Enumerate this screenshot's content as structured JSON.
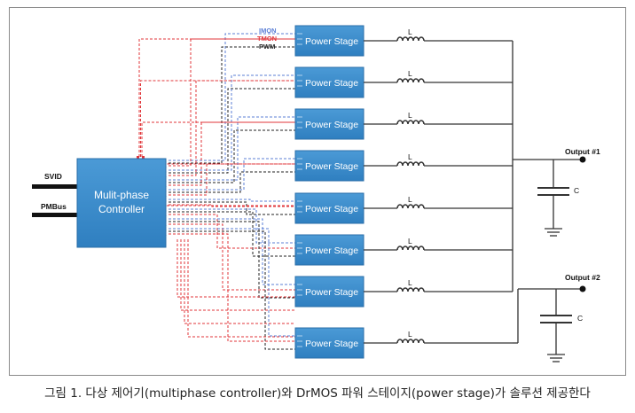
{
  "controller": {
    "line1": "Mulit-phase",
    "line2": "Controller"
  },
  "inputs": {
    "svid": "SVID",
    "pmbus": "PMBus"
  },
  "signals": {
    "imon": "IMON",
    "tmon": "TMON",
    "pwm": "PWM"
  },
  "power_stage_label": "Power Stage",
  "power_stage_count": 8,
  "inductor_label": "L",
  "capacitor_label": "C",
  "outputs": {
    "out1": "Output #1",
    "out2": "Output #2"
  },
  "colors": {
    "stage_fill": "#3a8fce",
    "red_wire": "#e0363a",
    "blue_wire": "#5b7fd6",
    "black_wire": "#222222"
  },
  "caption": "그림 1. 다상 제어기(multiphase controller)와 DrMOS 파워 스테이지(power stage)가 솔루션 제공한다"
}
